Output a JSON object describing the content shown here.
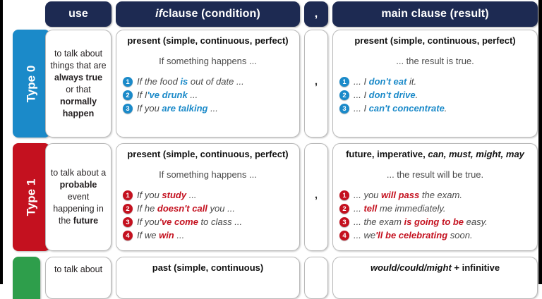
{
  "header": {
    "spacer": "",
    "use_label": "use",
    "if_clause_label_italic": "if",
    "if_clause_label_rest": " clause (condition)",
    "comma_label": ",",
    "main_clause_label": "main clause (result)"
  },
  "colors": {
    "header_navy": "#1d2a52",
    "type0_blue": "#1b8ac9",
    "type1_red": "#c4111f",
    "type2_green": "#2e9e4b",
    "page_background": "#ffffff",
    "card_border": "#b9b9b9",
    "body_text": "#4a4a4a"
  },
  "rows": [
    {
      "type_label": "Type 0",
      "accent": "#1b8ac9",
      "use": {
        "segments": [
          {
            "text": "to talk about things that are ",
            "bold": false
          },
          {
            "text": "always true",
            "bold": true
          },
          {
            "text": " or that ",
            "bold": false
          },
          {
            "text": "normally happen",
            "bold": true
          }
        ]
      },
      "if_clause": {
        "form": "present (simple, continuous, perfect)",
        "lead": "If something happens ...",
        "examples": [
          {
            "n": "1",
            "segments": [
              {
                "t": "If the food ",
                "b": false
              },
              {
                "t": "is",
                "b": true
              },
              {
                "t": " out of date ...",
                "b": false
              }
            ]
          },
          {
            "n": "2",
            "segments": [
              {
                "t": "If I",
                "b": false
              },
              {
                "t": "'ve drunk",
                "b": true
              },
              {
                "t": " ...",
                "b": false
              }
            ]
          },
          {
            "n": "3",
            "segments": [
              {
                "t": "If you ",
                "b": false
              },
              {
                "t": "are talking",
                "b": true
              },
              {
                "t": " ...",
                "b": false
              }
            ]
          }
        ]
      },
      "comma": ",",
      "main_clause": {
        "form": "present (simple, continuous, perfect)",
        "lead": "... the result is true.",
        "examples": [
          {
            "n": "1",
            "segments": [
              {
                "t": "... I ",
                "b": false
              },
              {
                "t": "don't eat",
                "b": true
              },
              {
                "t": " it.",
                "b": false
              }
            ]
          },
          {
            "n": "2",
            "segments": [
              {
                "t": "... I ",
                "b": false
              },
              {
                "t": "don't drive",
                "b": true
              },
              {
                "t": ".",
                "b": false
              }
            ]
          },
          {
            "n": "3",
            "segments": [
              {
                "t": "... I ",
                "b": false
              },
              {
                "t": "can't concentrate",
                "b": true
              },
              {
                "t": ".",
                "b": false
              }
            ]
          }
        ]
      }
    },
    {
      "type_label": "Type 1",
      "accent": "#c4111f",
      "use": {
        "segments": [
          {
            "text": "to talk about a ",
            "bold": false
          },
          {
            "text": "probable",
            "bold": true
          },
          {
            "text": " event happening in the ",
            "bold": false
          },
          {
            "text": "future",
            "bold": true
          }
        ]
      },
      "if_clause": {
        "form": "present (simple, continuous, perfect)",
        "lead": "If something happens ...",
        "examples": [
          {
            "n": "1",
            "segments": [
              {
                "t": "If you ",
                "b": false
              },
              {
                "t": "study",
                "b": true
              },
              {
                "t": " ...",
                "b": false
              }
            ]
          },
          {
            "n": "2",
            "segments": [
              {
                "t": "If he ",
                "b": false
              },
              {
                "t": "doesn't call",
                "b": true
              },
              {
                "t": " you ...",
                "b": false
              }
            ]
          },
          {
            "n": "3",
            "segments": [
              {
                "t": "If you",
                "b": false
              },
              {
                "t": "'ve come",
                "b": true
              },
              {
                "t": " to class ...",
                "b": false
              }
            ]
          },
          {
            "n": "4",
            "segments": [
              {
                "t": "If we ",
                "b": false
              },
              {
                "t": "win",
                "b": true
              },
              {
                "t": " ...",
                "b": false
              }
            ]
          }
        ]
      },
      "comma": ",",
      "main_clause": {
        "form_prefix": "future, imperative, ",
        "form_italic": "can, must, might, may",
        "form": "future, imperative, can, must, might, may",
        "lead": "... the result will be true.",
        "examples": [
          {
            "n": "1",
            "segments": [
              {
                "t": "... you ",
                "b": false
              },
              {
                "t": "will pass",
                "b": true
              },
              {
                "t": " the exam.",
                "b": false
              }
            ]
          },
          {
            "n": "2",
            "segments": [
              {
                "t": "... ",
                "b": false
              },
              {
                "t": "tell",
                "b": true
              },
              {
                "t": " me immediately.",
                "b": false
              }
            ]
          },
          {
            "n": "3",
            "segments": [
              {
                "t": "... the exam ",
                "b": false
              },
              {
                "t": "is going to be",
                "b": true
              },
              {
                "t": " easy.",
                "b": false
              }
            ]
          },
          {
            "n": "4",
            "segments": [
              {
                "t": "... we",
                "b": false
              },
              {
                "t": "'ll be celebrating",
                "b": true
              },
              {
                "t": " soon.",
                "b": false
              }
            ]
          }
        ]
      }
    },
    {
      "type_label": "",
      "accent": "#2e9e4b",
      "use": {
        "segments": [
          {
            "text": "to talk about",
            "bold": false
          }
        ]
      },
      "if_clause": {
        "form": "past (simple, continuous)",
        "lead": "",
        "examples": []
      },
      "comma": "",
      "main_clause": {
        "form_italic": "would/could/might",
        "form_suffix": " + infinitive",
        "form": "would/could/might + infinitive",
        "lead": "",
        "examples": []
      }
    }
  ]
}
